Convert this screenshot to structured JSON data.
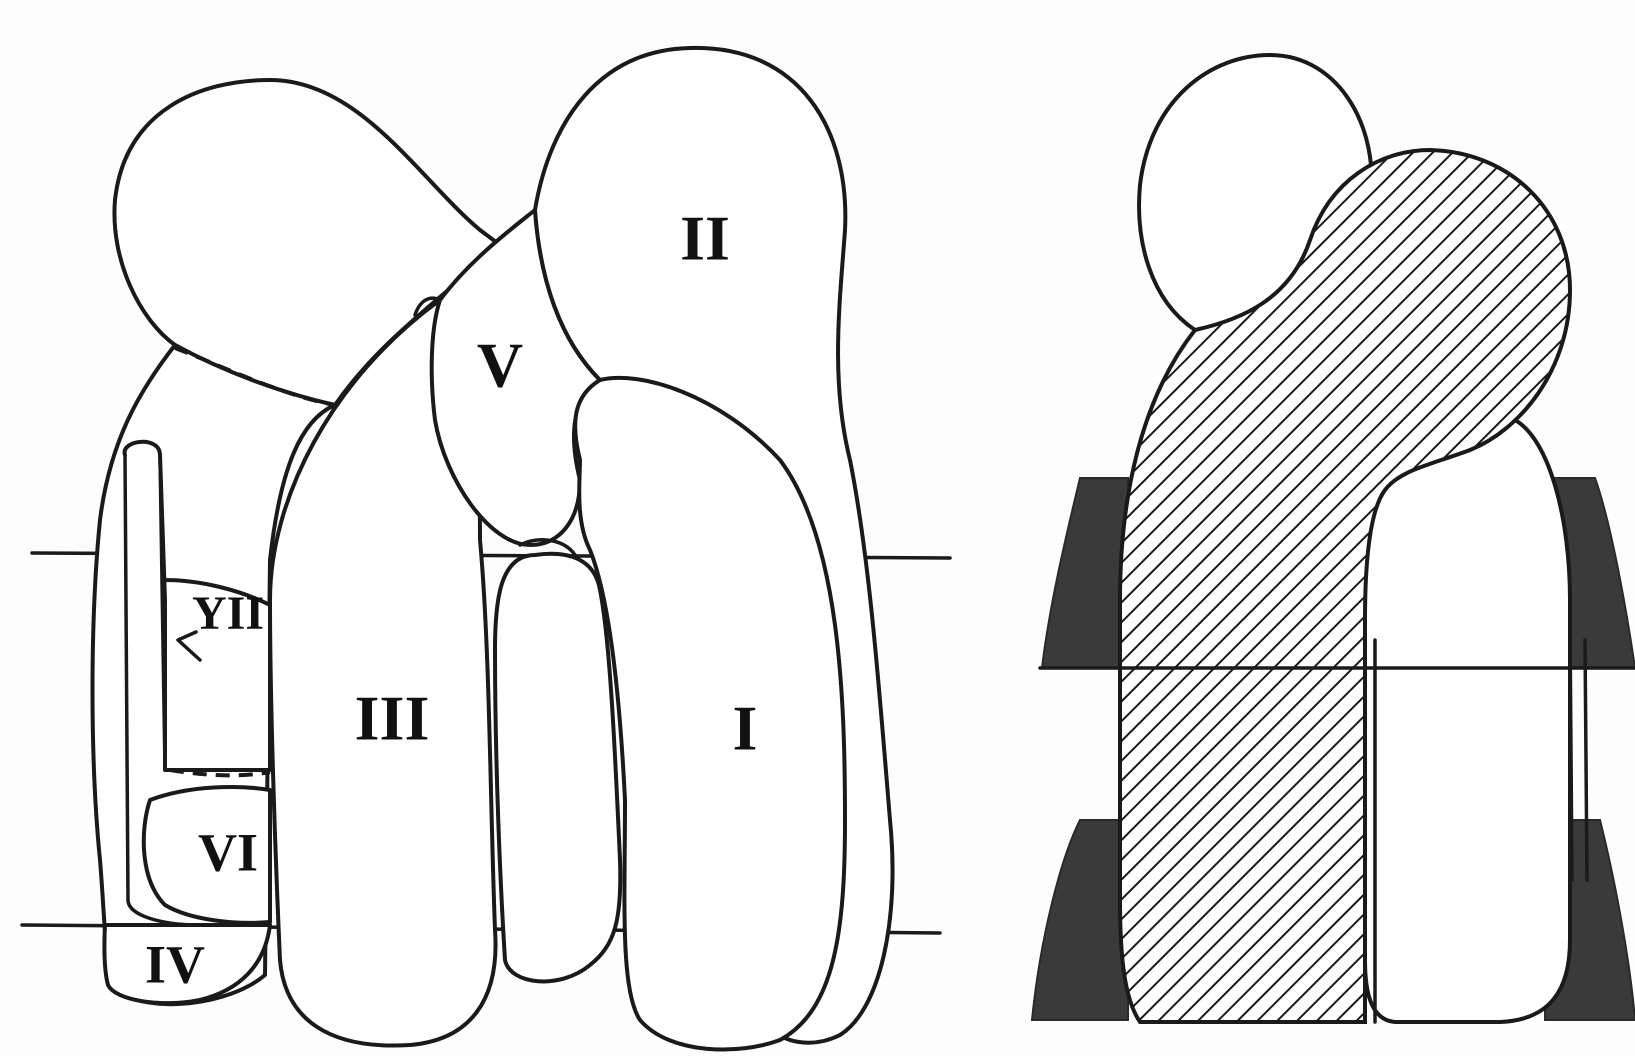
{
  "left_diagram": {
    "labels": {
      "I": "I",
      "II": "II",
      "III": "III",
      "IV": "IV",
      "V": "V",
      "VI": "VI",
      "VII": "YII"
    }
  },
  "colors": {
    "line": "#1a1a1a",
    "dark_fill": "#3a3a3a",
    "background": "#fdfdfd"
  }
}
